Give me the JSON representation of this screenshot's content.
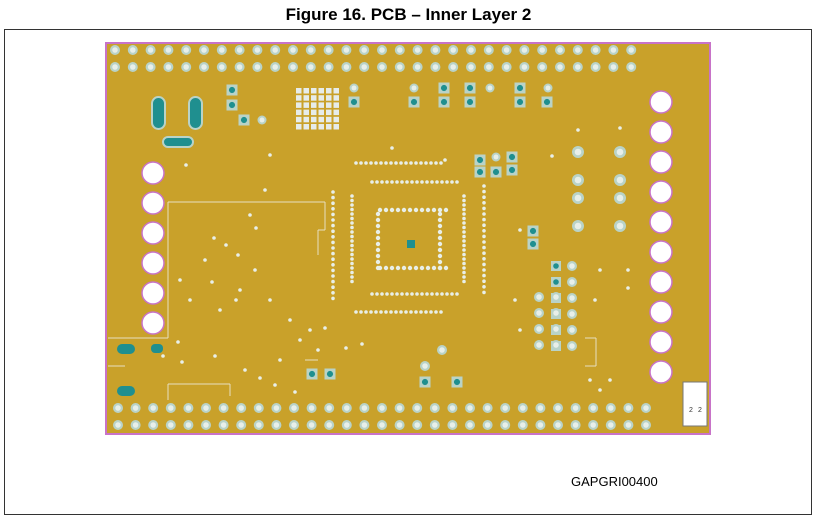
{
  "figure": {
    "title": "Figure 16. PCB – Inner Layer 2",
    "reference_id": "GAPGRI00400"
  },
  "colors": {
    "board_fill": "#c9a12a",
    "board_outline": "#c873c8",
    "pad_ring": "#b9d3c8",
    "via_hole": "#e8efe9",
    "copper_feature": "#1f8f8f",
    "frame": "#333333"
  },
  "footprint_labels": [
    "2",
    "2"
  ]
}
